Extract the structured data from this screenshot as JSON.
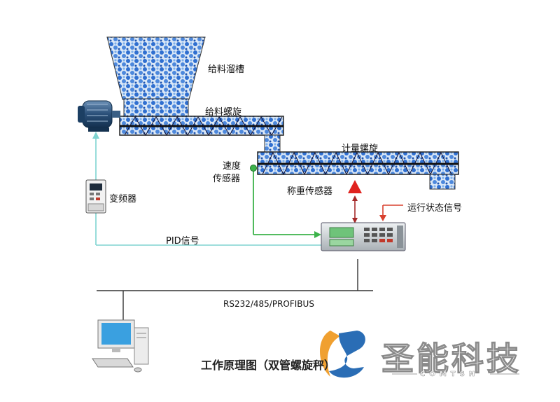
{
  "labels": {
    "hopper": "给料溜槽",
    "feed_screw": "给料螺旋",
    "meter_screw": "计量螺旋",
    "speed_sensor_line1": "速度",
    "speed_sensor_line2": "传感器",
    "weigh_sensor": "称重传感器",
    "run_signal": "运行状态信号",
    "inverter": "变频器",
    "pid_signal": "PID信号",
    "bus": "RS232/485/PROFIBUS"
  },
  "title": "工作原理图（双管螺旋秤）",
  "brand": {
    "name": "圣能科技",
    "sub": "COMTSN"
  },
  "colors": {
    "particles": "#2f6fd0",
    "signal_line": "#7fd3d0",
    "sensor_line": "#3cb34a",
    "weigh_arrow": "#e0221e",
    "run_arrow": "#d8402e",
    "logo_orange": "#f0a030",
    "logo_blue": "#2a6db5"
  }
}
